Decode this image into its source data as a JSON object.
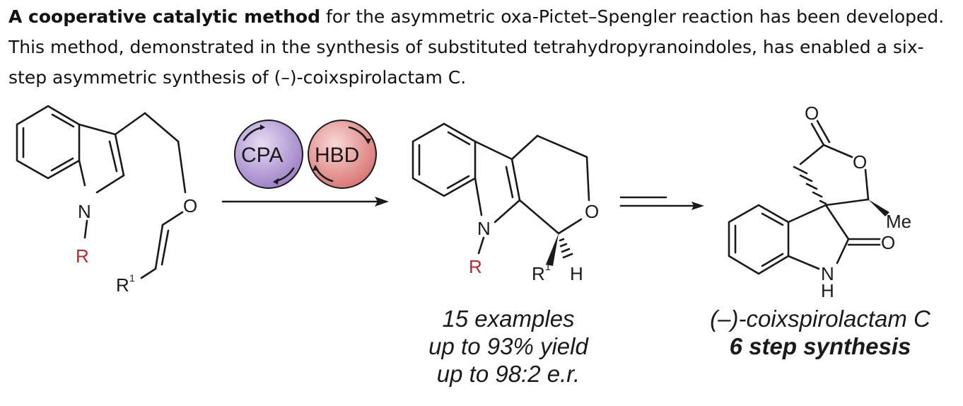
{
  "abstract": {
    "lead": "A cooperative catalytic method",
    "rest": " for the asymmetric oxa-Pictet–Spengler reaction has been developed. This method, demonstrated in the synthesis of substituted tetrahydropyranoindoles, has enabled a six-step asymmetric synthesis of (–)-coixspirolactam C."
  },
  "catalysts": {
    "cpa": "CPA",
    "hbd": "HBD",
    "cpa_color": "#b49ad3",
    "hbd_color": "#e79a98"
  },
  "atoms": {
    "N": "N",
    "O": "O",
    "R": "R",
    "R1": "R",
    "sup1": "1",
    "H": "H",
    "Me": "Me",
    "NH_N": "N",
    "NH_H": "H"
  },
  "colors": {
    "r_group": "#c0262c",
    "bond": "#1a1a1a"
  },
  "product_caption": {
    "line1": "15 examples",
    "line2": "up to 93% yield",
    "line3": "up to 98:2 e.r."
  },
  "target_caption": {
    "line1": "(–)-coixspirolactam C",
    "line2": "6 step synthesis"
  }
}
